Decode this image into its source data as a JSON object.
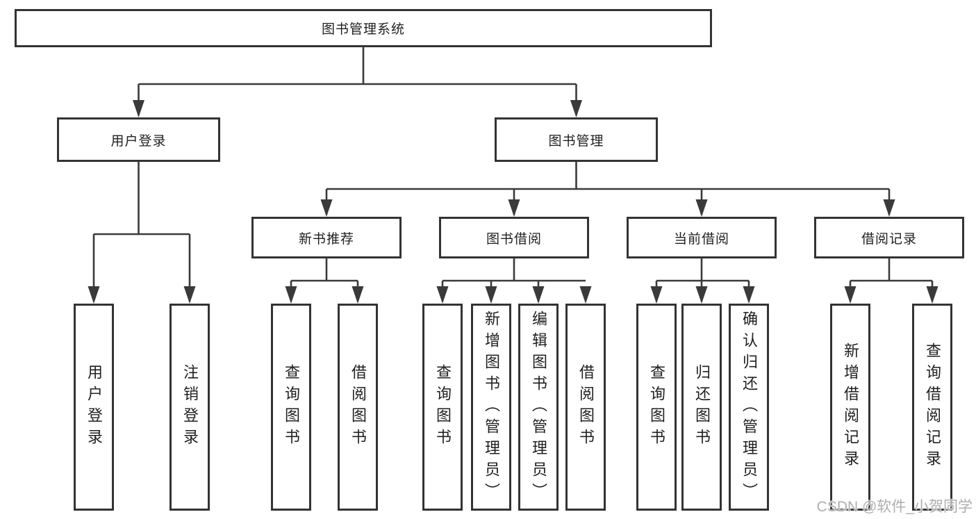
{
  "diagram": {
    "tree": {
      "label": "图书管理系统",
      "children": [
        {
          "label": "用户登录",
          "children": [
            {
              "label": "用户登录"
            },
            {
              "label": "注销登录"
            }
          ]
        },
        {
          "label": "图书管理",
          "children": [
            {
              "label": "新书推荐",
              "children": [
                {
                  "label": "查询图书"
                },
                {
                  "label": "借阅图书"
                }
              ]
            },
            {
              "label": "图书借阅",
              "children": [
                {
                  "label": "查询图书"
                },
                {
                  "label": "新增图书（管理员）"
                },
                {
                  "label": "编辑图书（管理员）"
                },
                {
                  "label": "借阅图书"
                }
              ]
            },
            {
              "label": "当前借阅",
              "children": [
                {
                  "label": "查询图书"
                },
                {
                  "label": "归还图书"
                },
                {
                  "label": "确认归还（管理员）"
                }
              ]
            },
            {
              "label": "借阅记录",
              "children": [
                {
                  "label": "新增借阅记录"
                },
                {
                  "label": "查询借阅记录"
                }
              ]
            }
          ]
        }
      ]
    }
  },
  "watermark": {
    "text": "CSDN @软件_小贺同学"
  },
  "colors": {
    "background": "#ffffff",
    "line": "#3a3a3a",
    "box_border": "#333333",
    "box_fill": "#ffffff",
    "text": "#1f1f1f",
    "watermark": "#aeaeae"
  }
}
